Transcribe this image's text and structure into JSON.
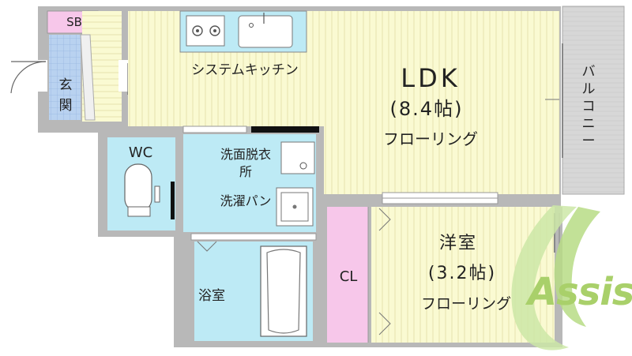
{
  "rooms": {
    "sb": "SB",
    "genkan": "玄関",
    "kitchen": "システムキッチン",
    "ldk_title": "LDK",
    "ldk_size": "(8.4帖)",
    "ldk_floor": "フローリング",
    "wc": "WC",
    "senmen": "洗面脱衣所",
    "sentaku": "洗濯パン",
    "bath": "浴室",
    "cl": "CL",
    "yoshitsu_title": "洋室",
    "yoshitsu_size": "(3.2帖)",
    "yoshitsu_floor": "フローリング",
    "balcony": "バルコニー"
  },
  "logo": {
    "text": "Assist"
  },
  "colors": {
    "wall": "#b8b8b8",
    "floor": "#fafad2",
    "wet_area": "#bdeaf5",
    "genkan_tile": "#b9d2f0",
    "closet": "#f7c7ea",
    "balcony": "#d7d7d7",
    "logo": "#a9d06a"
  }
}
